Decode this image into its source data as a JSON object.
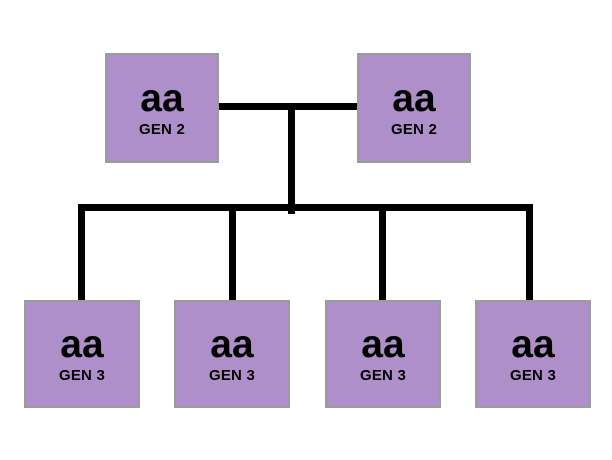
{
  "diagram": {
    "title": "pedigree-chart",
    "type": "family-pedigree",
    "background_color": "#ffffff",
    "node_fill_color": "#ae8fc9",
    "node_border_color": "#9b9b9b",
    "line_color": "#000000"
  },
  "generation_2": {
    "label": "GEN 2",
    "parents": [
      {
        "genotype": "aa",
        "generation": "GEN 2"
      },
      {
        "genotype": "aa",
        "generation": "GEN 2"
      }
    ]
  },
  "generation_3": {
    "label": "GEN 3",
    "children": [
      {
        "genotype": "aa",
        "generation": "GEN 3"
      },
      {
        "genotype": "aa",
        "generation": "GEN 3"
      },
      {
        "genotype": "aa",
        "generation": "GEN 3"
      },
      {
        "genotype": "aa",
        "generation": "GEN 3"
      }
    ]
  }
}
